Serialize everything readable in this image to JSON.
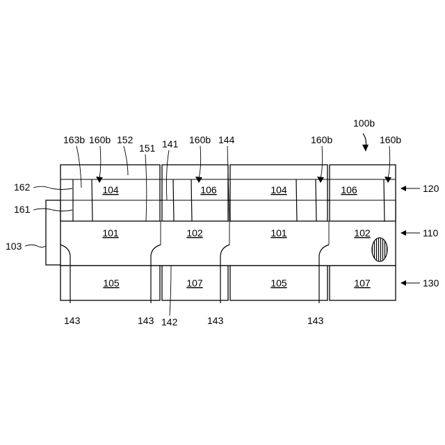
{
  "figure_label": "100b",
  "cells": {
    "c101a": "101",
    "c102a": "102",
    "c101b": "101",
    "c102b": "102",
    "c104a": "104",
    "c106a": "106",
    "c104b": "104",
    "c106b": "106",
    "c105a": "105",
    "c107a": "107",
    "c105b": "105",
    "c107b": "107"
  },
  "callouts": {
    "l163b": "163b",
    "l160b_1": "160b",
    "l152": "152",
    "l151": "151",
    "l141": "141",
    "l160b_2": "160b",
    "l144": "144",
    "l160b_3": "160b",
    "l160b_4": "160b",
    "l162": "162",
    "l161": "161",
    "l103": "103",
    "l120": "120",
    "l110": "110",
    "l130": "130",
    "l143_1": "143",
    "l143_2": "143",
    "l142": "142",
    "l143_3": "143",
    "l143_4": "143"
  }
}
